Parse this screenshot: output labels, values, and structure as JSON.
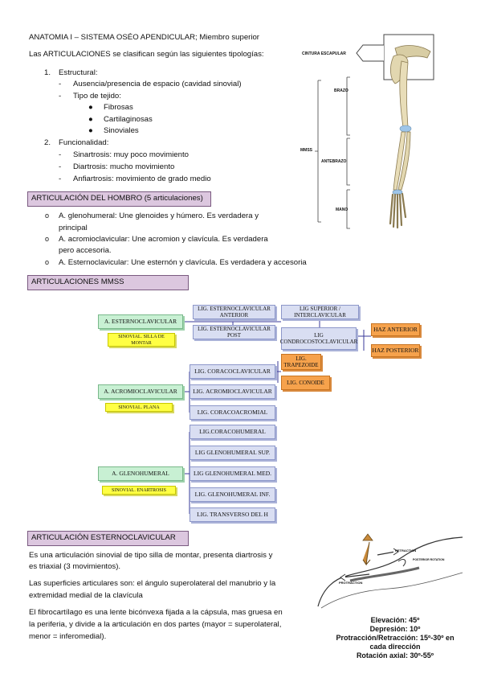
{
  "title": "ANATOMIA I – SISTEMA OSÉO APENDICULAR; Miembro superior",
  "intro": "Las ARTICULACIONES se clasifican según las siguientes tipologías:",
  "classification": {
    "n1": "1.",
    "c1": "Estructural:",
    "c1_sub1": "Ausencia/presencia de espacio (cavidad sinovial)",
    "c1_sub2": "Tipo de tejido:",
    "tissue": [
      "Fibrosas",
      "Cartilaginosas",
      "Sinoviales"
    ],
    "n2": "2.",
    "c2": "Funcionalidad:",
    "func": [
      "Sinartrosis: muy poco movimiento",
      "Diartrosis: mucho movimiento",
      "Anfiartrosis: movimiento de grado medio"
    ]
  },
  "arm_figure": {
    "cintura": "CINTURA ESCAPULAR",
    "brazo": "BRAZO",
    "mmss": "MMSS",
    "antebrazo": "ANTEBRAZO",
    "mano": "MANO"
  },
  "hombro": {
    "header": "ARTICULACIÓN DEL HOMBRO (5 articulaciones)",
    "items": [
      [
        "A. glenohumeral: Une glenoides y húmero. Es verdadera y",
        "principal"
      ],
      [
        "A. acromioclavicular: Une acromion y clavícula. Es verdadera",
        "pero accesoria."
      ],
      [
        "A. Esternoclavicular: Une esternón y clavícula. Es verdadera y accesoria"
      ]
    ]
  },
  "mmss_header": "ARTICULACIONES MMSS",
  "diagram": {
    "esterno": "A. ESTERNOCLAVICULAR",
    "esterno_type": "SINOVIAL. SILLA DE MONTAR",
    "lig_est_ant": "LIG. ESTERNOCLAVICULAR ANTERIOR",
    "lig_est_post": "LIG. ESTERNOCLAVICULAR POST",
    "lig_sup": "LIG SUPERIOR / INTERCLAVICULAR",
    "lig_condro": "LIG CONDROCOSTOCLAVICULAR",
    "haz_ant": "HAZ ANTERIOR",
    "haz_post": "HAZ POSTERIOR",
    "acromio": "A. ACROMIOCLAVICULAR",
    "acromio_type": "SINOVIAL. PLANA",
    "lig_coracoclav": "LIG. CORACOCLAVICULAR",
    "lig_trap": "LIG. TRAPEZOIDE",
    "lig_conoide": "LIG. CONOIDE",
    "lig_acromioclav": "LIG. ACROMIOCLAVICULAR",
    "lig_coracoacrom": "LIG. CORACOACROMIAL",
    "gleno": "A. GLENOHUMERAL",
    "gleno_type": "SINOVIAL. ENARTROSIS",
    "lig_coracohum": "LIG.CORACOHUMERAL",
    "lig_gh_sup": "LIG GLENOHUMERAL SUP.",
    "lig_gh_med": "LIG GLENOHUMERAL MED.",
    "lig_gh_inf": "LIG. GLENOHUMERAL INF.",
    "lig_transv": "LIG. TRANSVERSO DEL H"
  },
  "esternoclav": {
    "header": "ARTICULACIÓN ESTERNOCLAVICULAR",
    "p1": [
      "Es una articulación sinovial de tipo silla de montar, presenta diartrosis y",
      "es triaxial (3 movimientos)."
    ],
    "p2": [
      "Las superficies articulares son: el ángulo superolateral del manubrio y la",
      "extremidad medial de la clavícula"
    ],
    "p3": [
      "El fibrocartílago es una lente bicónvexa fijada a la cápsula, mas gruesa en",
      "la periferia, y divide a la articulación en dos partes (mayor = superolateral,",
      "menor = inferomedial)."
    ]
  },
  "shoulder_figure": {
    "retraction": "RETRACTION",
    "protraction": "PROTRACTION",
    "postero": "POSTERIOR ROTATION",
    "stats": [
      "Elevación: 45º",
      "Depresión: 10º",
      "Protracción/Retracción: 15º-30º en",
      "cada dirección",
      "Rotación axial: 30º-55º"
    ]
  }
}
